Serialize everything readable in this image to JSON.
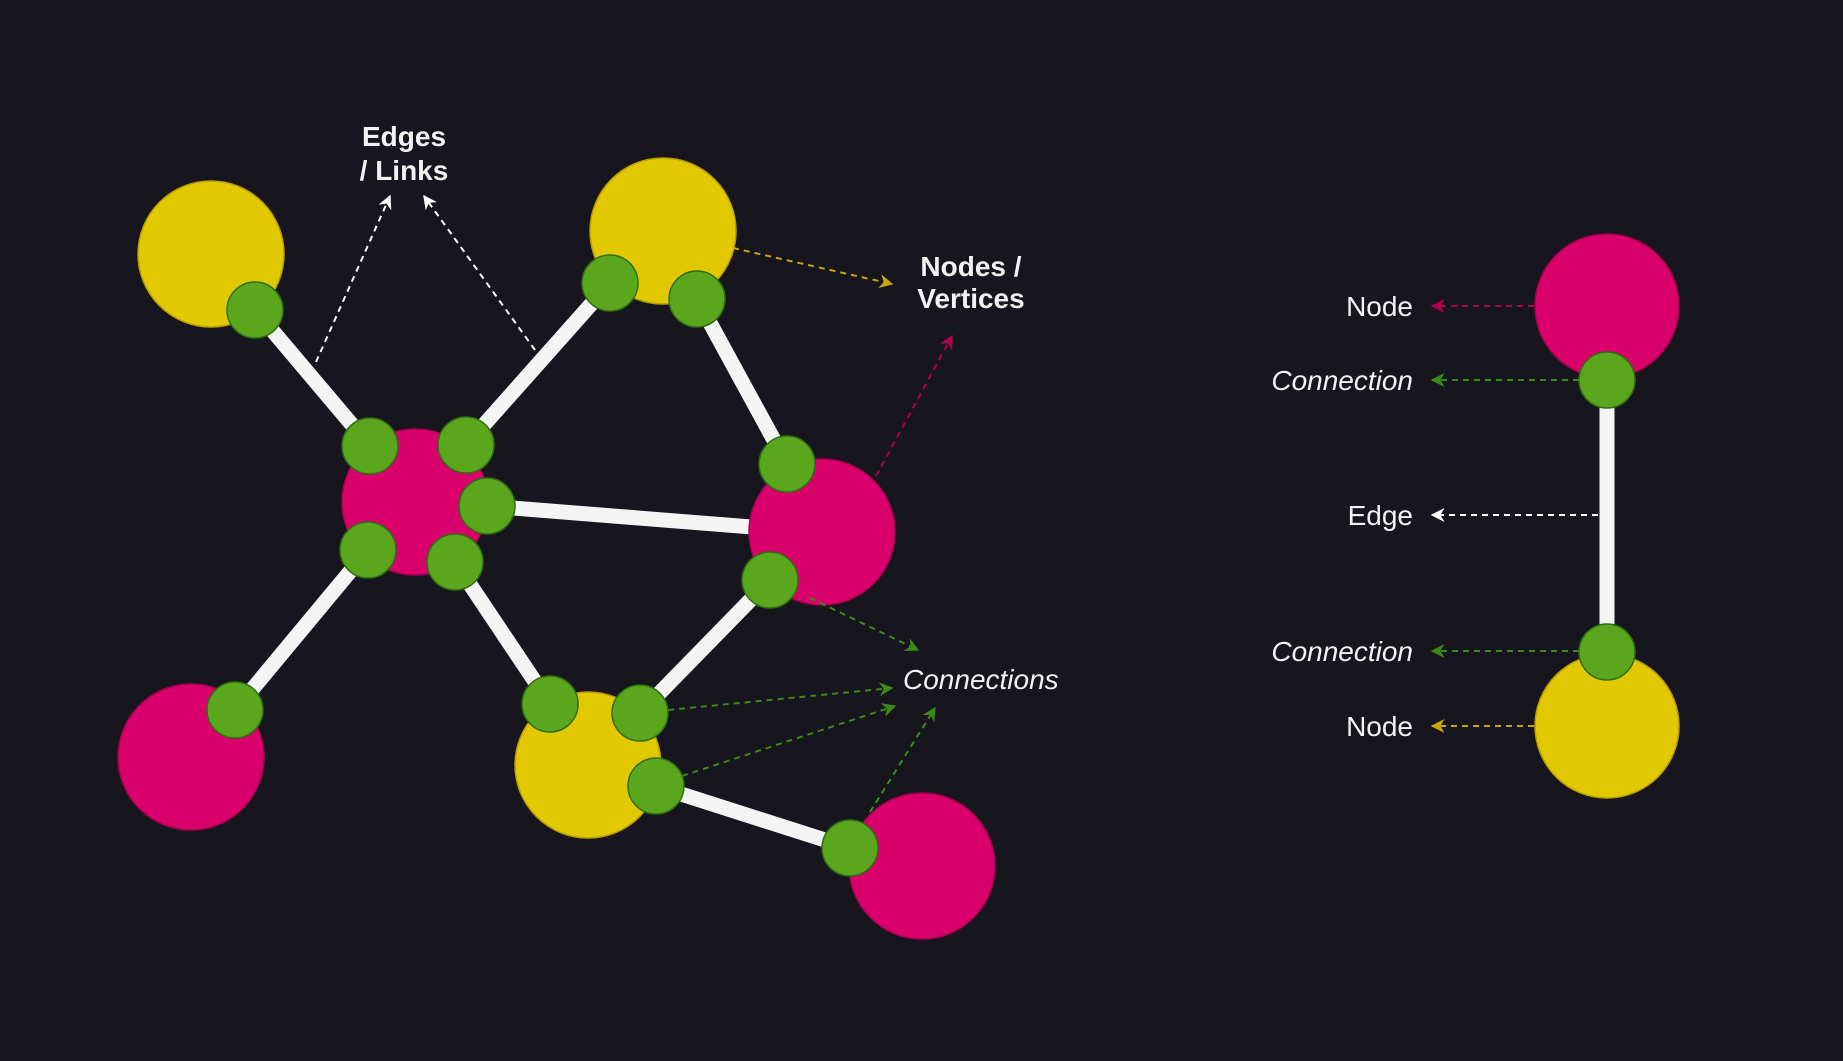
{
  "labels": {
    "edges_line1": "Edges",
    "edges_line2": "/ Links",
    "nodes_line1": "Nodes /",
    "nodes_line2": "Vertices",
    "connections": "Connections"
  },
  "legend": {
    "node_top": "Node",
    "connection_top": "Connection",
    "edge": "Edge",
    "connection_bottom": "Connection",
    "node_bottom": "Node"
  },
  "colors": {
    "background": "#17151d",
    "node_yellow": "#e2c800",
    "node_magenta": "#d9006c",
    "connection_green": "#5aa61c",
    "connection_stroke": "#2f6e12",
    "edge": "#ffffff",
    "arrow_yellow": "#c9a40e",
    "arrow_magenta": "#b0004f",
    "arrow_green": "#3b8a17"
  }
}
